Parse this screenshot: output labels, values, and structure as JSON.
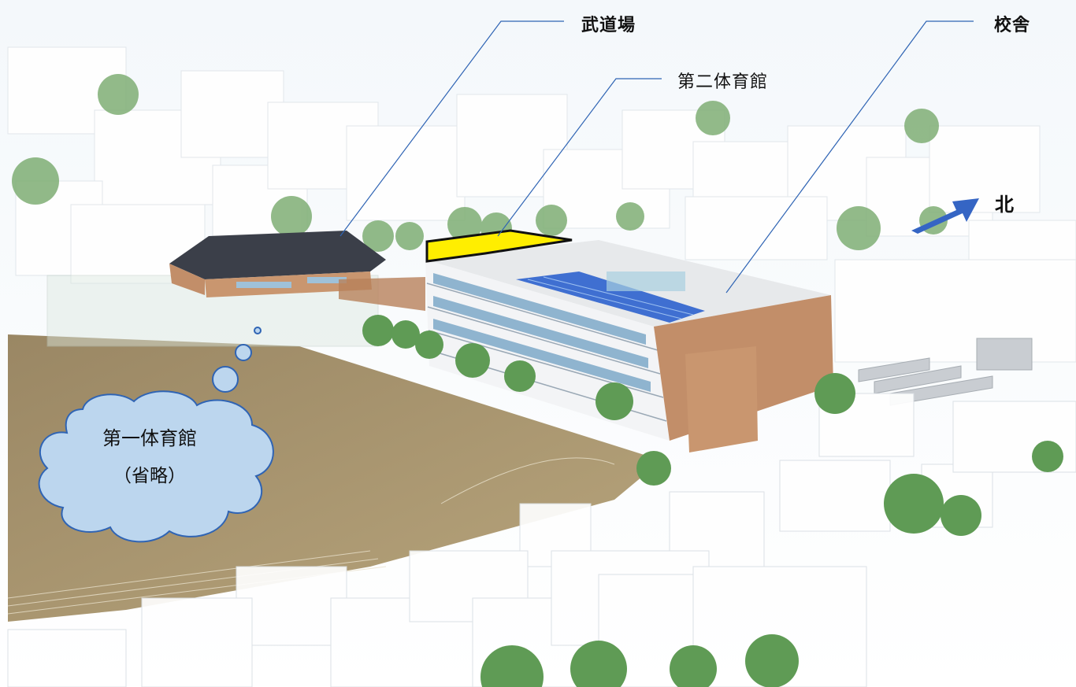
{
  "labels": {
    "budojo": "武道場",
    "second_gym": "第二体育館",
    "school_building": "校舎",
    "north": "北"
  },
  "cloud": {
    "title": "第一体育館",
    "note": "（省略）"
  },
  "colors": {
    "highlight": "#ffee00",
    "leader_line": "#2f64b4",
    "north_arrow": "#3565c4",
    "cloud_fill": "#bcd6ee",
    "cloud_stroke": "#2f64b4",
    "ground": "#a8966e",
    "brick": "#c28e69",
    "roof_dark": "#3b3f49",
    "solar": "#3f6fd1",
    "tree": "#5f9b55"
  },
  "icons": {
    "north_arrow": "arrow-up-right-icon"
  }
}
